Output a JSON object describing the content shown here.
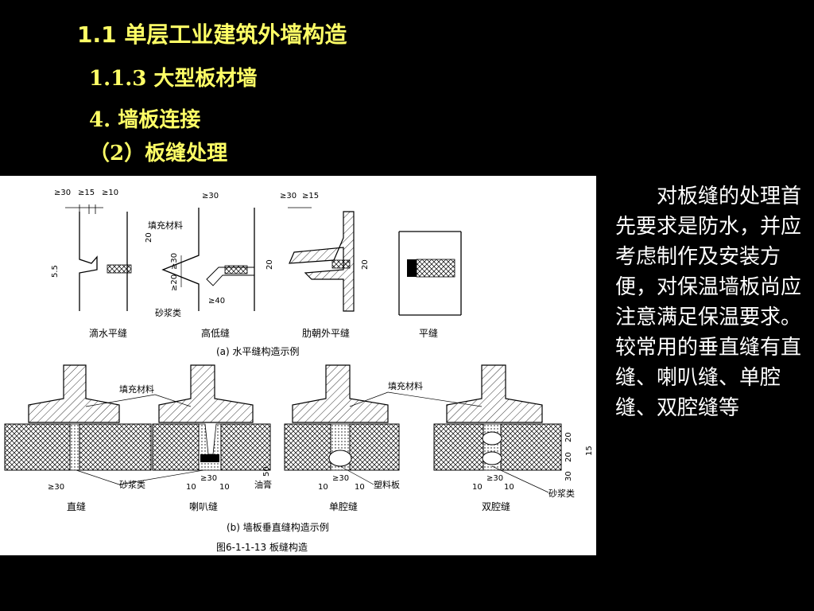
{
  "headings": {
    "section": "1.1  单层工业建筑外墙构造",
    "subsection": "1.1.3 大型板材墙",
    "topic": "4. 墙板连接",
    "subtopic": "（2）板缝处理"
  },
  "diagram": {
    "part_a": {
      "fill_label": "填充材料",
      "mortar_label": "砂浆类",
      "items": [
        "滴水平缝",
        "高低缝",
        "肋朝外平缝",
        "平缝"
      ],
      "caption": "(a) 水平缝构造示例"
    },
    "part_b": {
      "fill_label_left": "填充材料",
      "fill_label_right": "填充材料",
      "mortar_label_left": "砂浆类",
      "mortar_label_right": "砂浆类",
      "oil_label": "油膏",
      "plastic_label": "塑料板",
      "items": [
        "直缝",
        "喇叭缝",
        "单腔缝",
        "双腔缝"
      ],
      "caption": "(b) 墙板垂直缝构造示例"
    },
    "figure_title": "图6-1-1-13    板缝构造",
    "dims": {
      "ge30": "≥30",
      "ge15": "≥15",
      "ge10": "≥10",
      "ge20": "≥20",
      "ge40": "≥40",
      "d20": "20",
      "d30": "30",
      "d15": "15",
      "d10": "10",
      "d50": "50",
      "d5_5": "5.5"
    }
  },
  "side_text": {
    "para1": "　　对板缝的处理首先要求是防水，并应考虑制作及安装方便，对保温墙板尚应注意满足保温要求。",
    "para2": "较常用的垂直缝有直缝、喇叭缝、单腔缝、双腔缝等"
  }
}
